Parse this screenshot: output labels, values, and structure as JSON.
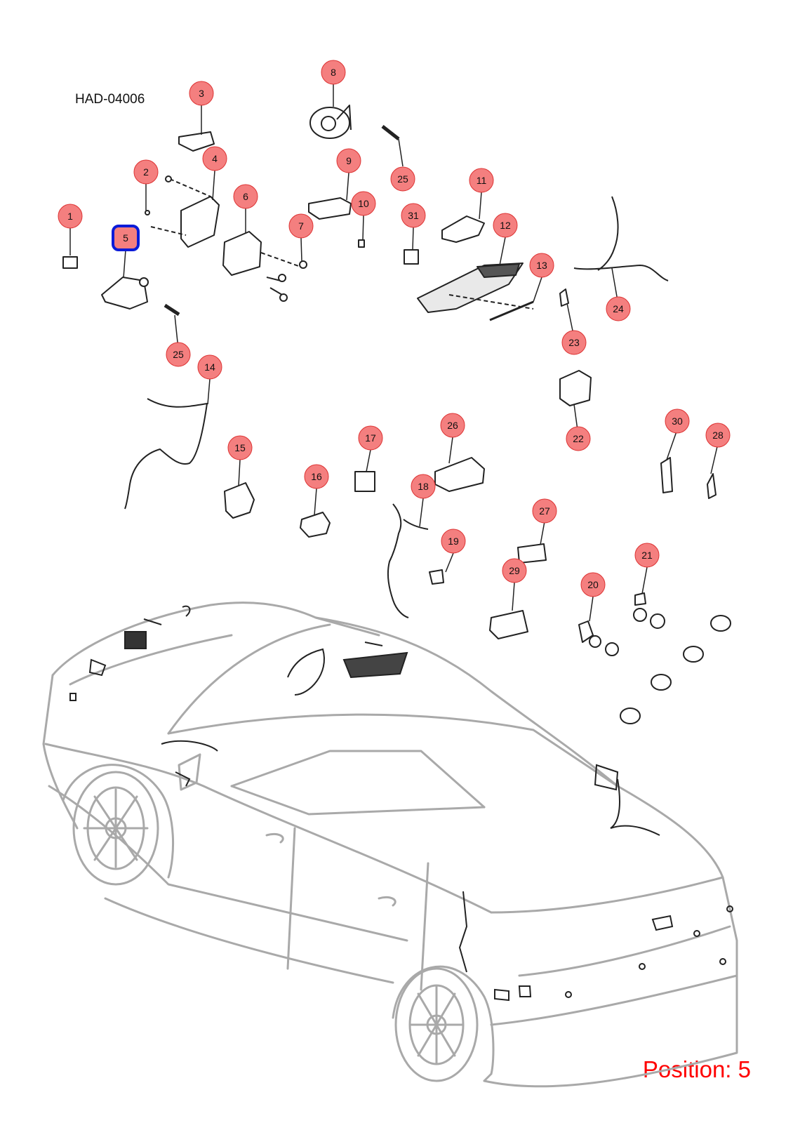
{
  "diagram_code": "HAD-04006",
  "position_label": "Position: 5",
  "selected_callout": "5",
  "colors": {
    "callout_fill": "#f47f7f",
    "callout_stroke": "#d33",
    "selected_stroke": "#0b1bd8",
    "line": "#222222",
    "car_outline": "#a9a9a9",
    "position_text": "#ff0000"
  },
  "callouts": [
    "1",
    "2",
    "3",
    "4",
    "5",
    "6",
    "7",
    "8",
    "9",
    "10",
    "11",
    "12",
    "13",
    "14",
    "15",
    "16",
    "17",
    "18",
    "19",
    "20",
    "21",
    "22",
    "23",
    "24",
    "25",
    "25",
    "26",
    "27",
    "28",
    "29",
    "30",
    "31"
  ]
}
